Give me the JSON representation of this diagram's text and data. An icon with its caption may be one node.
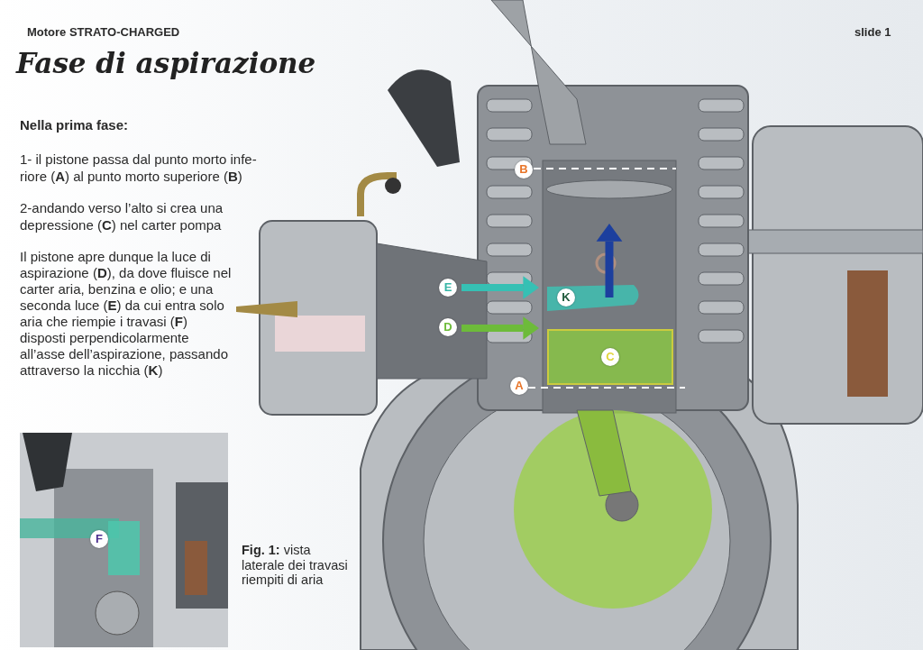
{
  "diagram": {
    "title": "Fase di aspirazione",
    "labels": [
      "Motore STRATO-CHARGED",
      "slide 1",
      "Nella prima fase:",
      "1- il pistone passa dal punto morto infe- riore (**A**) al punto morto superiore (**B**)",
      "2-andando verso l’alto si crea una depressione (**C**) nel carter pompa",
      "Il pistone apre dunque la luce di aspirazione (**D**), da dove fluisce nel carter aria, benzina e olio; e una seconda luce (**E**) da cui entra solo aria che riempie i travasi (**F**) disposti perpendicolarmente all’asse dell’aspirazione, passando attraverso la nicchia (**K**)",
      "B",
      "E",
      "K",
      "D",
      "C",
      "A",
      "F",
      "**Fig. 1:** vista laterale dei travasi riempiti di aria"
    ]
  }
}
